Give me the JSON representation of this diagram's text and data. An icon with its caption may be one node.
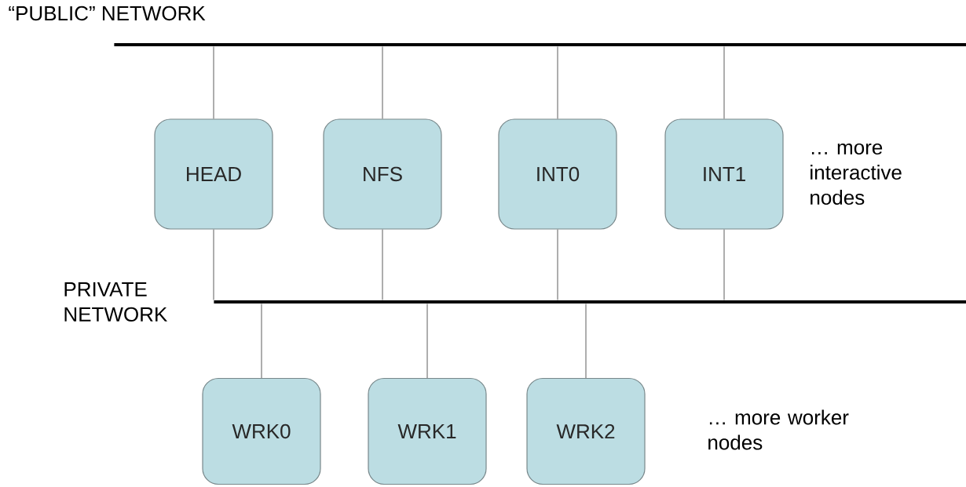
{
  "diagram": {
    "nodes": [
      {
        "text": [
          "“PUBLIC” NETWORK"
        ]
      },
      {
        "text": [
          "HEAD"
        ]
      },
      {
        "text": [
          "NFS"
        ]
      },
      {
        "text": [
          "INT0"
        ]
      },
      {
        "text": [
          "INT1"
        ]
      },
      {
        "text": [
          "PRIVATE NETWORK"
        ]
      },
      {
        "text": [
          "WRK0"
        ]
      },
      {
        "text": [
          "WRK1"
        ]
      },
      {
        "text": [
          "WRK2"
        ]
      }
    ],
    "edges": [
      {
        "from": 0,
        "to": 1,
        "arrow": "none"
      },
      {
        "from": 0,
        "to": 2,
        "arrow": "none"
      },
      {
        "from": 0,
        "to": 3,
        "arrow": "none"
      },
      {
        "from": 0,
        "to": 4,
        "arrow": "none"
      },
      {
        "from": 1,
        "to": 5,
        "arrow": "none"
      },
      {
        "from": 2,
        "to": 5,
        "arrow": "none"
      },
      {
        "from": 3,
        "to": 5,
        "arrow": "none"
      },
      {
        "from": 4,
        "to": 5,
        "arrow": "none"
      },
      {
        "from": 5,
        "to": 6,
        "arrow": "none"
      },
      {
        "from": 5,
        "to": 7,
        "arrow": "none"
      },
      {
        "from": 5,
        "to": 8,
        "arrow": "none"
      }
    ],
    "labels": [
      "… more interactive nodes",
      "… more worker nodes"
    ]
  }
}
